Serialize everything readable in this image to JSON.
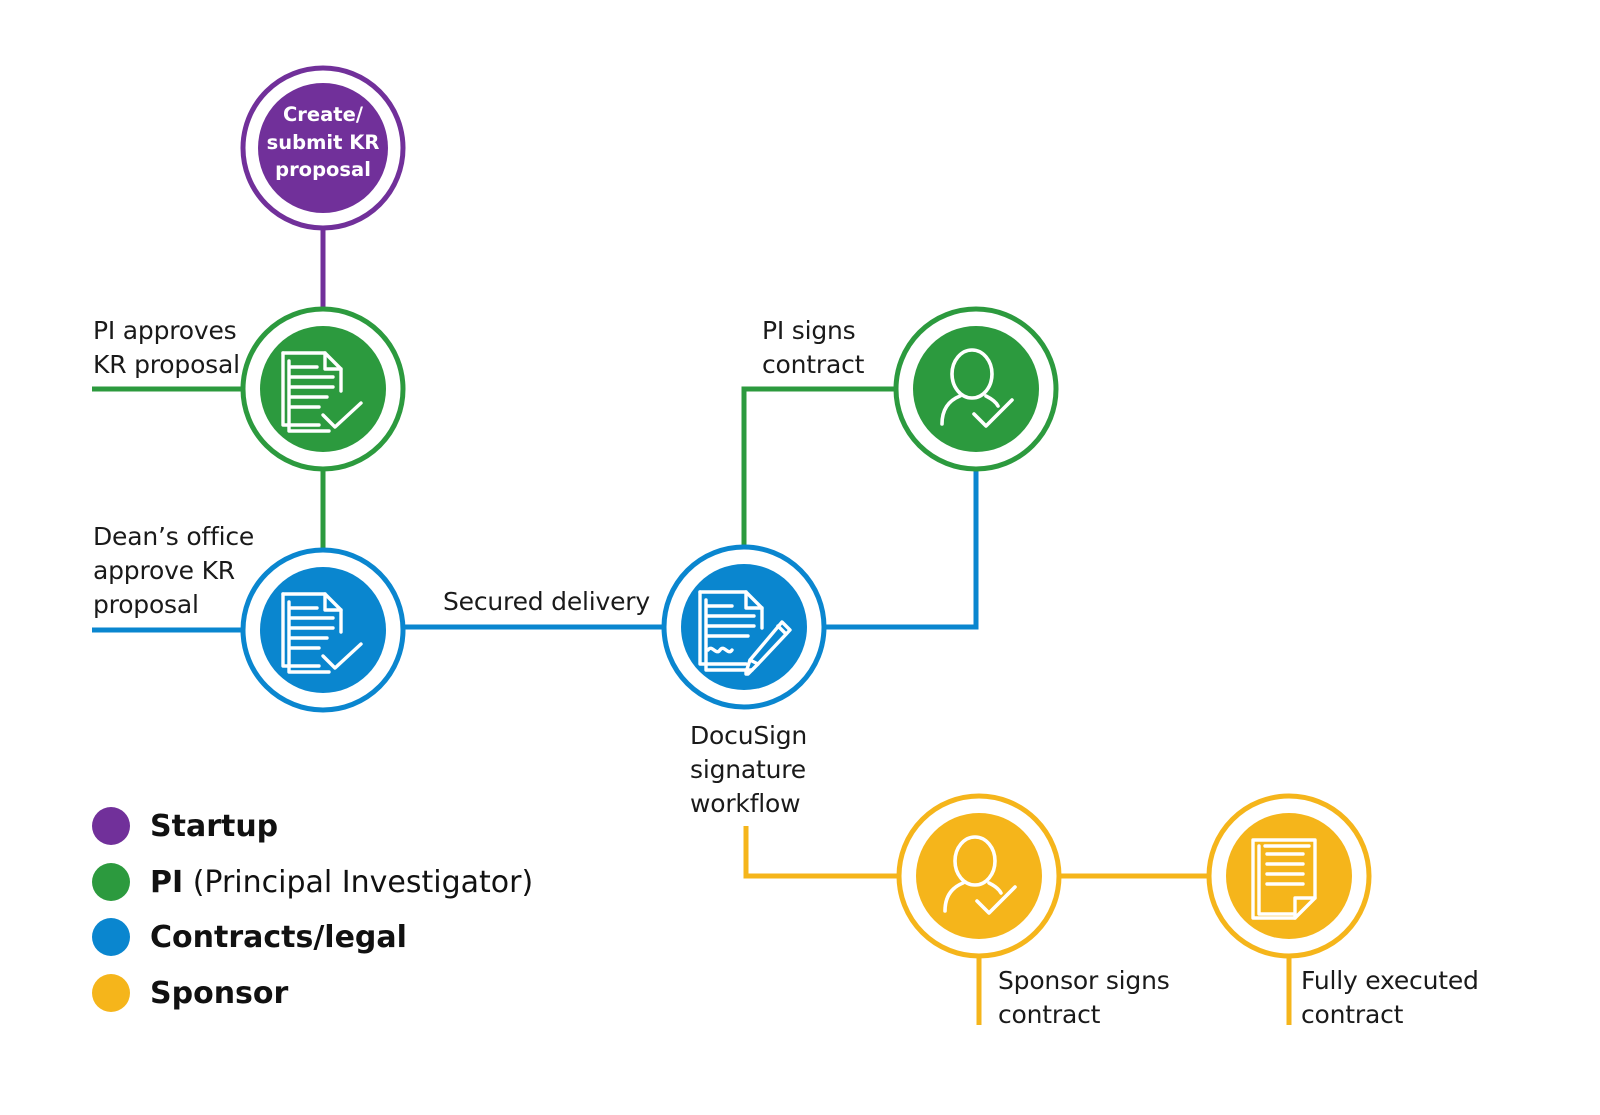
{
  "colors": {
    "startup": "#71309a",
    "pi": "#2c9a3e",
    "contracts": "#0a86cf",
    "sponsor": "#f5b51b"
  },
  "nodes": {
    "create": {
      "label": "Create/\nsubmit KR\nproposal",
      "icon": "none"
    },
    "pi_approves": {
      "label": "PI approves\nKR proposal",
      "icon": "document-check-icon"
    },
    "dean_approves": {
      "label": "Dean’s office\napprove KR\nproposal",
      "icon": "document-check-icon"
    },
    "docusign": {
      "label": "DocuSign\nsignature\nworkflow",
      "icon": "document-pen-icon"
    },
    "pi_signs": {
      "label": "PI signs\ncontract",
      "icon": "person-check-icon"
    },
    "sponsor_signs": {
      "label": "Sponsor signs\ncontract",
      "icon": "person-check-icon"
    },
    "executed": {
      "label": "Fully executed\ncontract",
      "icon": "stacked-documents-icon"
    }
  },
  "edges": {
    "secured_delivery": "Secured delivery"
  },
  "legend": [
    {
      "key": "startup",
      "bold": "Startup",
      "rest": ""
    },
    {
      "key": "pi",
      "bold": "PI",
      "rest": " (Principal Investigator)"
    },
    {
      "key": "contracts",
      "bold": "Contracts/legal",
      "rest": ""
    },
    {
      "key": "sponsor",
      "bold": "Sponsor",
      "rest": ""
    }
  ]
}
